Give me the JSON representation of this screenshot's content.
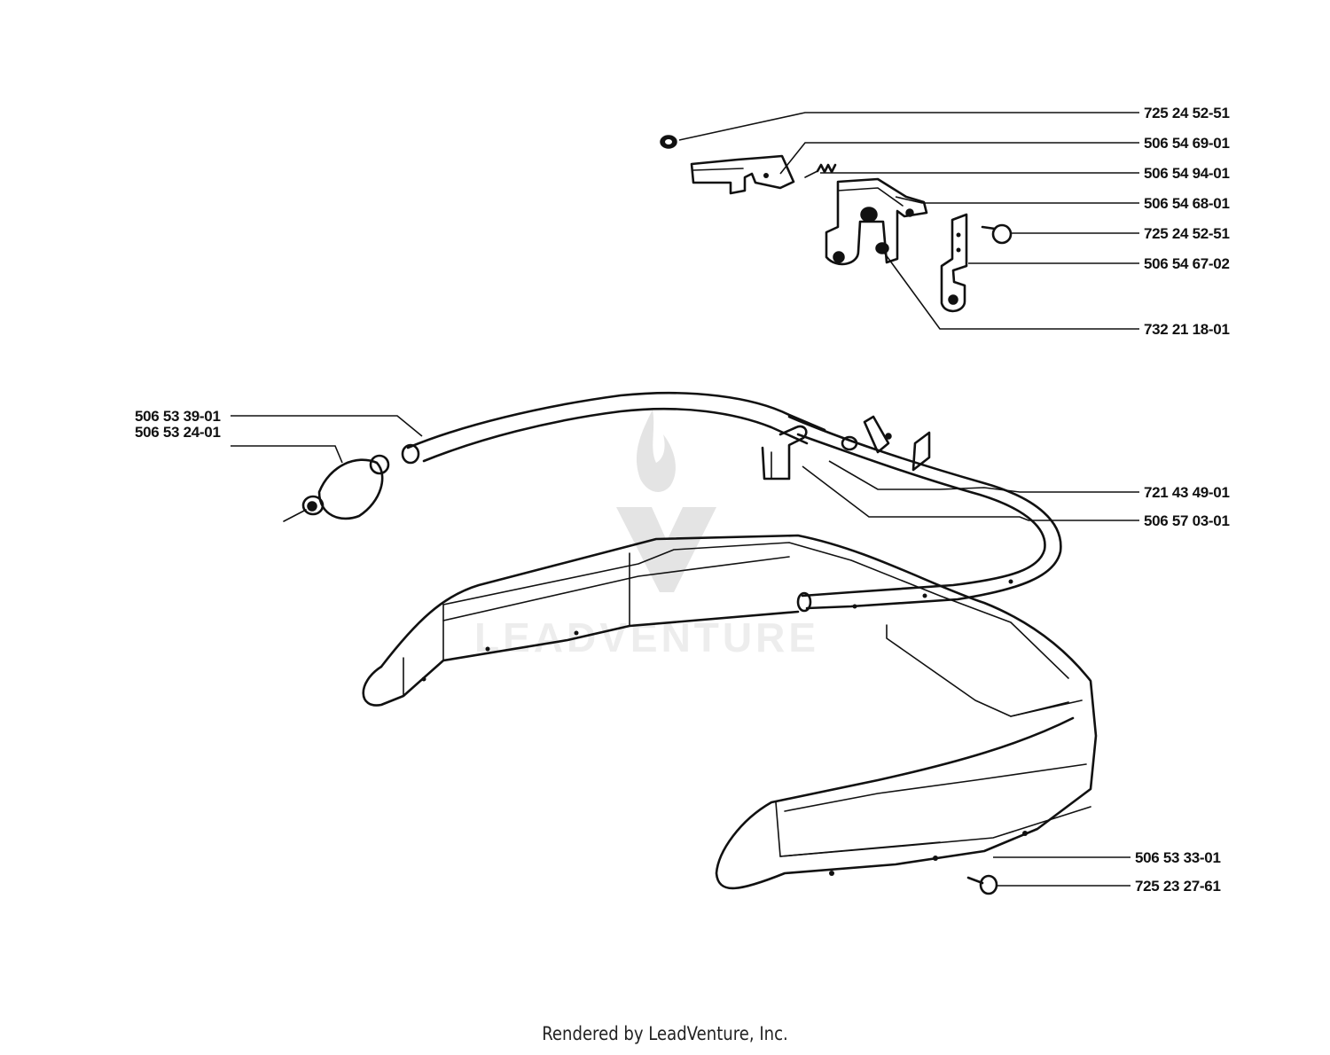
{
  "parts": [
    {
      "number": "725 24 52-51"
    },
    {
      "number": "506 54 69-01"
    },
    {
      "number": "506 54 94-01"
    },
    {
      "number": "506 54 68-01"
    },
    {
      "number": "725 24 52-51"
    },
    {
      "number": "506 54 67-02"
    },
    {
      "number": "732 21 18-01"
    },
    {
      "number": "506 53 39-01"
    },
    {
      "number": "506 53 24-01"
    },
    {
      "number": "721 43 49-01"
    },
    {
      "number": "506 57 03-01"
    },
    {
      "number": "506 53 33-01"
    },
    {
      "number": "725 23 27-61"
    }
  ],
  "footer": "Rendered by LeadVenture, Inc.",
  "watermark_text": "LEADVENTURE",
  "colors": {
    "ink": "#111111",
    "watermark": "#e4e4e4",
    "background": "#ffffff"
  }
}
